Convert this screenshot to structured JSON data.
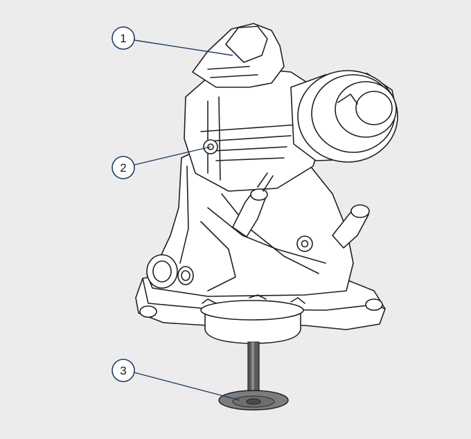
{
  "figure": {
    "background": "#ececec",
    "line_color": "#1e1e1e",
    "fill_color": "#ffffff",
    "leader_color": "#1f3b64",
    "stem_color": "#5a5a5a",
    "plate_color": "#7d7d7d",
    "callouts": [
      {
        "id": "1",
        "label": "1"
      },
      {
        "id": "2",
        "label": "2"
      },
      {
        "id": "3",
        "label": "3"
      }
    ]
  }
}
